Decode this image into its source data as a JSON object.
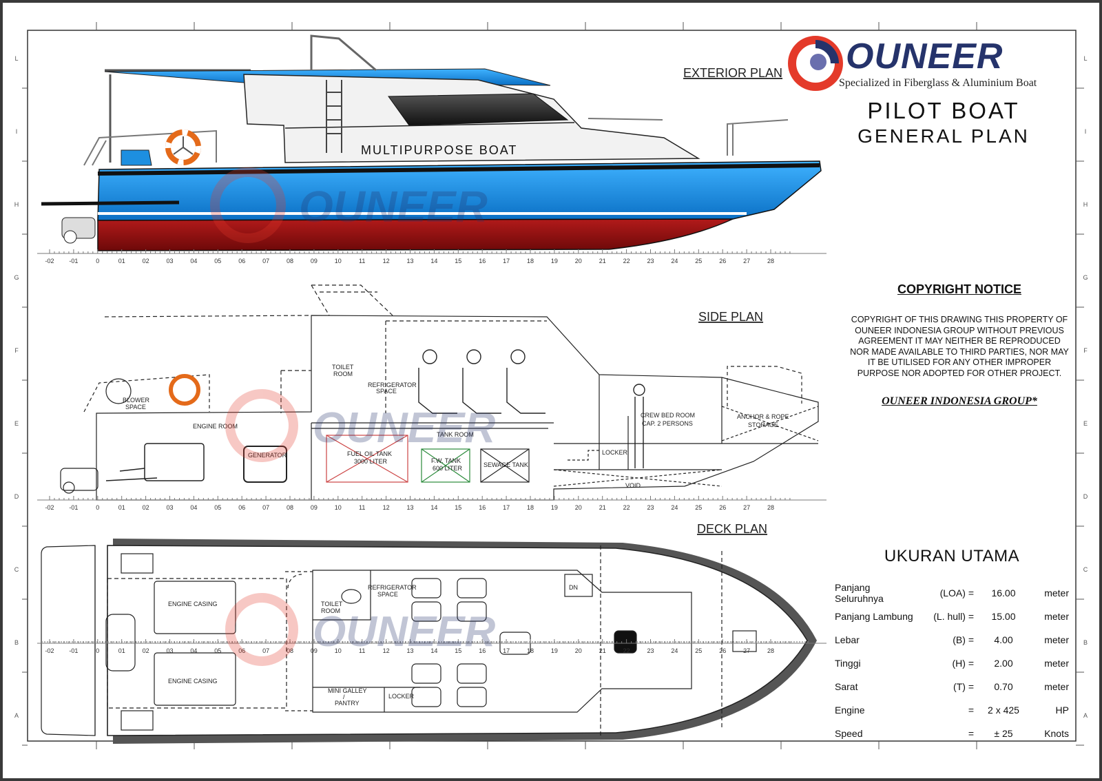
{
  "brand": {
    "name": "OUNEER",
    "tagline": "Specialized in Fiberglass & Aluminium Boat"
  },
  "drawing_title": {
    "line1": "PILOT BOAT",
    "line2": "GENERAL PLAN"
  },
  "views": {
    "exterior": "EXTERIOR PLAN",
    "side": "SIDE PLAN",
    "deck": "DECK PLAN"
  },
  "hull_text": "MULTIPURPOSE BOAT",
  "frame_labels": [
    "-02",
    "-01",
    "0",
    "01",
    "02",
    "03",
    "04",
    "05",
    "06",
    "07",
    "08",
    "09",
    "10",
    "11",
    "12",
    "13",
    "14",
    "15",
    "16",
    "17",
    "18",
    "19",
    "20",
    "21",
    "22",
    "23",
    "24",
    "25",
    "26",
    "27",
    "28"
  ],
  "side_rooms": {
    "toilet": [
      "TOILET",
      "ROOM"
    ],
    "refrigerator": [
      "REFRIGERATOR",
      "SPACE"
    ],
    "blower": [
      "BLOWER",
      "SPACE"
    ],
    "engine_room": "ENGINE ROOM",
    "generator": "GENERATOR",
    "tank_room": "TANK ROOM",
    "fuel_tank": [
      "FUEL OIL TANK",
      "3000 LITER"
    ],
    "fw_tank": [
      "F.W. TANK",
      "600 LITER"
    ],
    "sewage": "SEWAGE TANK",
    "crew": [
      "CREW BED ROOM",
      "CAP. 2 PERSONS"
    ],
    "anchor": [
      "ANCHOR & ROPE",
      "STORAGE"
    ],
    "locker": "LOCKER",
    "void": "VOID"
  },
  "deck_rooms": {
    "engine_casing": "ENGINE CASING",
    "toilet": [
      "TOILET",
      "ROOM"
    ],
    "refrigerator": [
      "REFRIGERATOR",
      "SPACE"
    ],
    "galley": [
      "MINI GALLEY",
      "/",
      "PANTRY"
    ],
    "locker": "LOCKER",
    "dn": "DN"
  },
  "border_letters_left": [
    "L",
    "I",
    "H",
    "G",
    "F",
    "E",
    "D",
    "C",
    "B",
    "A"
  ],
  "copyright": {
    "heading": "COPYRIGHT NOTICE",
    "body": "COPYRIGHT OF THIS DRAWING THIS PROPERTY OF OUNEER INDONESIA GROUP WITHOUT PREVIOUS AGREEMENT IT MAY NEITHER BE REPRODUCED NOR MADE AVAILABLE TO THIRD PARTIES, NOR MAY IT BE UTILISED FOR ANY OTHER IMPROPER PURPOSE NOR ADOPTED FOR OTHER PROJECT.",
    "group": "OUNEER INDONESIA GROUP*"
  },
  "specs": {
    "heading": "UKURAN UTAMA",
    "rows": [
      {
        "name": "Panjang Seluruhnya",
        "abbr": "(LOA) =",
        "value": "16.00",
        "unit": "meter"
      },
      {
        "name": "Panjang Lambung",
        "abbr": "(L. hull) =",
        "value": "15.00",
        "unit": "meter"
      },
      {
        "name": "Lebar",
        "abbr": "(B) =",
        "value": "4.00",
        "unit": "meter"
      },
      {
        "name": "Tinggi",
        "abbr": "(H) =",
        "value": "2.00",
        "unit": "meter"
      },
      {
        "name": "Sarat",
        "abbr": "(T) =",
        "value": "0.70",
        "unit": "meter"
      },
      {
        "name": "Engine",
        "abbr": "=",
        "value": "2 x 425",
        "unit": "HP"
      },
      {
        "name": "Speed",
        "abbr": "=",
        "value": "± 25",
        "unit": "Knots"
      }
    ]
  },
  "colors": {
    "hull_blue": "#1d8fe0",
    "bottom_red": "#8b1212",
    "brand_navy": "#25336b",
    "brand_red": "#e43a2a"
  }
}
